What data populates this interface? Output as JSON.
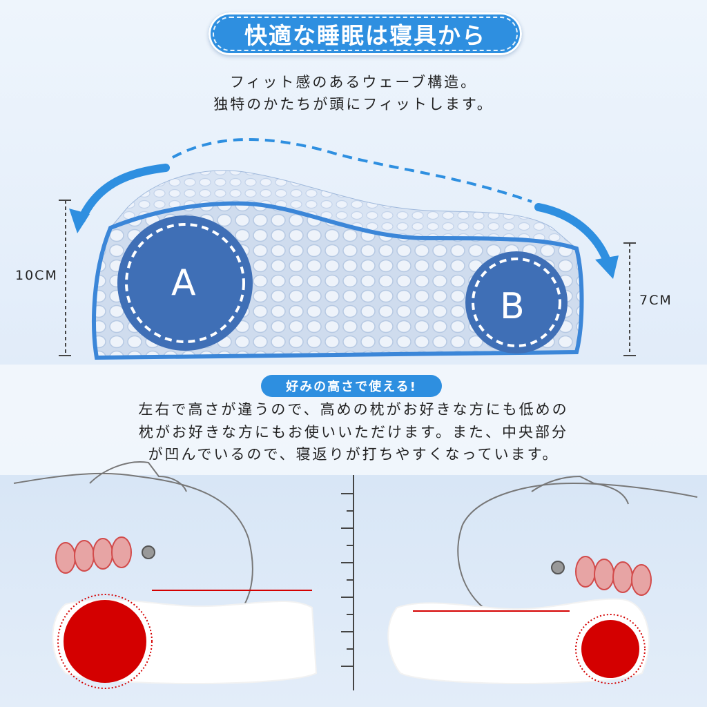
{
  "header": {
    "title": "快適な睡眠は寝具から",
    "subtitle_line1": "フィット感のあるウェーブ構造。",
    "subtitle_line2": "独特のかたちが頭にフィットします。"
  },
  "pillow": {
    "label_a": "A",
    "label_b": "B",
    "height_a": "10CM",
    "height_b": "7CM"
  },
  "section": {
    "badge": "好みの高さで使える!",
    "line1": "左右で高さが違うので、高めの枕がお好きな方にも低めの",
    "line2": "枕がお好きな方にもお使いいただけます。また、中央部分",
    "line3": "が凹んでいるので、寝返りが打ちやすくなっています。"
  },
  "colors": {
    "accent": "#2e8fe0",
    "pillow_blue": "#3b78c4",
    "marker_red": "#d40000"
  }
}
